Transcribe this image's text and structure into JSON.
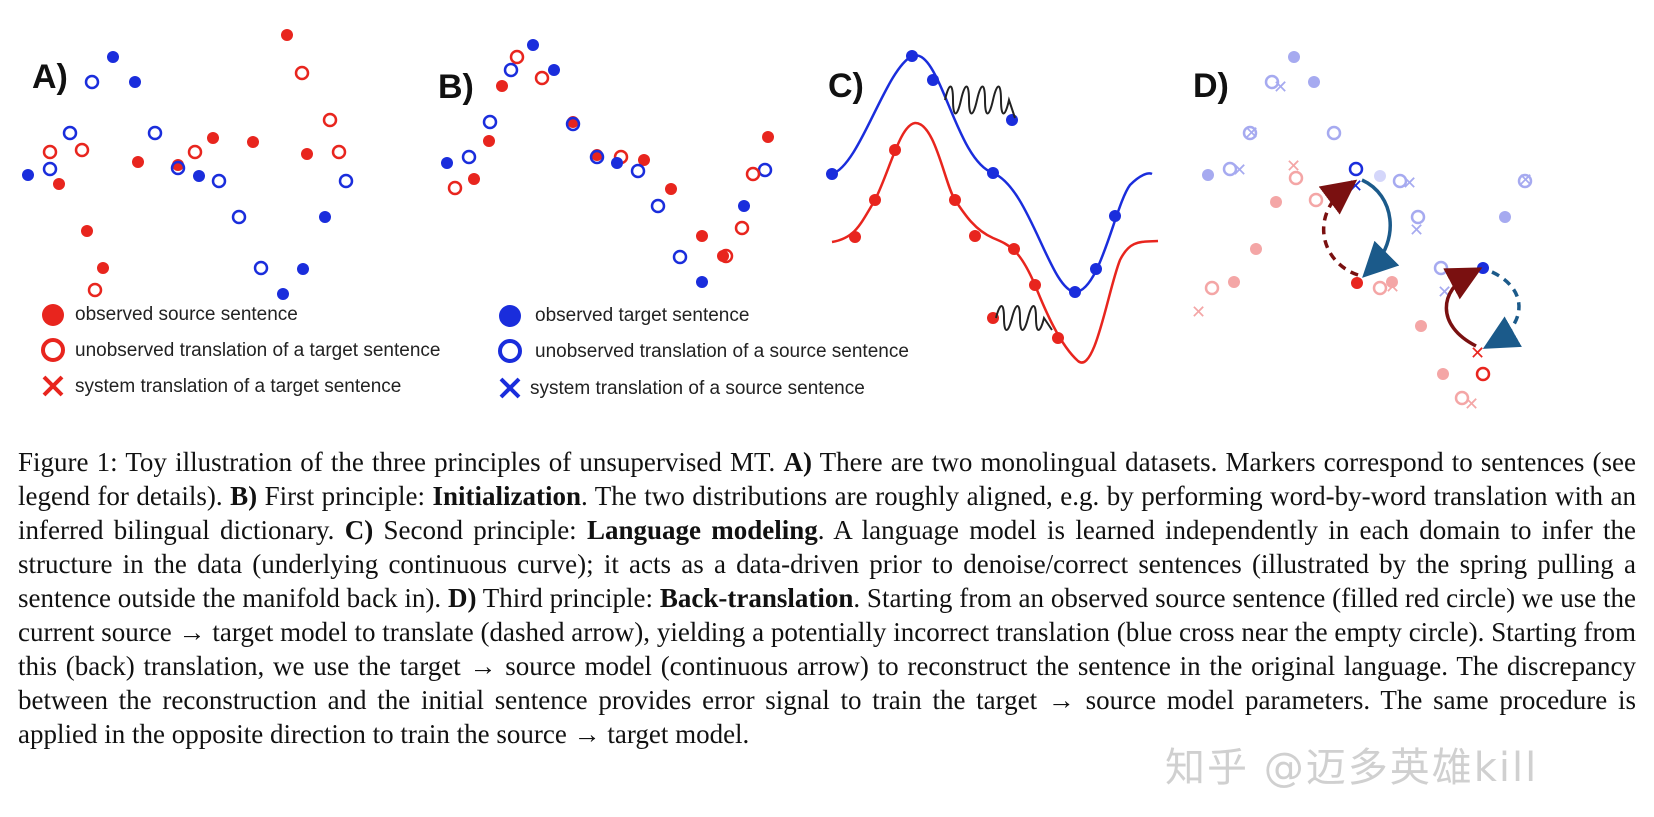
{
  "colors": {
    "red": "#e8251e",
    "blue": "#1a2ddc",
    "red_faded": "#f4a6a6",
    "blue_faded": "#a6aaf0",
    "dark_red": "#7a1010",
    "dark_blue": "#1b5a8a"
  },
  "panels": {
    "a": {
      "label": "A)"
    },
    "b": {
      "label": "B)"
    },
    "c": {
      "label": "C)"
    },
    "d": {
      "label": "D)"
    }
  },
  "legend": {
    "left": [
      {
        "icon": "filled-red-circle-icon",
        "text": "observed source sentence"
      },
      {
        "icon": "empty-red-circle-icon",
        "text": "unobserved translation of a target sentence"
      },
      {
        "icon": "red-cross-icon",
        "text": "system translation of a target sentence"
      }
    ],
    "right": [
      {
        "icon": "filled-blue-circle-icon",
        "text": "observed target sentence"
      },
      {
        "icon": "empty-blue-circle-icon",
        "text": "unobserved  translation of a source sentence"
      },
      {
        "icon": "blue-cross-icon",
        "text": "system translation of a source sentence"
      }
    ]
  },
  "caption": {
    "figure_label": "Figure 1:",
    "intro": " Toy illustration of the three principles of unsupervised MT. ",
    "a_label": "A)",
    "a_text": " There are two monolingual datasets.  Markers correspond to sentences (see legend for details). ",
    "b_label": "B)",
    "b_text": " First principle: ",
    "b_term": "Initialization",
    "b_rest": ". The two distributions are roughly aligned, e.g. by performing word-by-word translation with an inferred bilingual dictionary. ",
    "c_label": "C)",
    "c_text": " Second principle: ",
    "c_term": "Language modeling",
    "c_rest": ". A language model is learned independently in each domain to infer the structure in the data (underlying continuous curve); it acts as a data-driven prior to denoise/correct sentences (illustrated by the spring pulling a sentence outside the manifold back in).  ",
    "d_label": "D)",
    "d_text": " Third principle:  ",
    "d_term": "Back-translation",
    "d_rest": ".  Starting from an observed source sentence (filled red circle) we use the current source → target model to translate (dashed arrow), yielding a potentially incorrect translation (blue cross near the empty circle). Starting from this (back) translation, we use the target → source model (continuous arrow) to reconstruct the sentence in the original language. The discrepancy between the reconstruction and the initial sentence provides error signal to train the target → source model parameters. The same procedure is applied in the opposite direction to train the source → target model."
  },
  "watermark": "知乎 @迈多英雄kill"
}
